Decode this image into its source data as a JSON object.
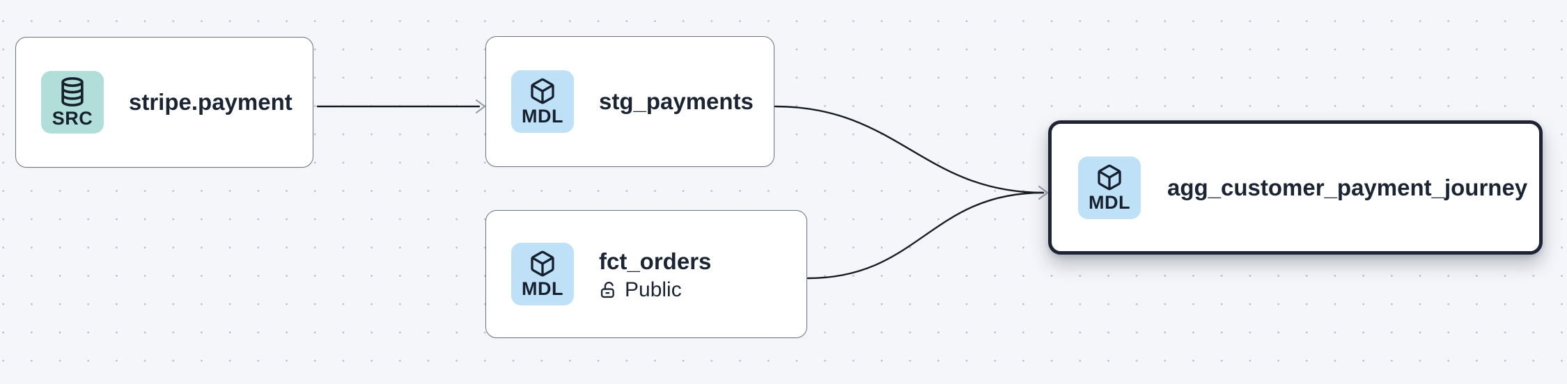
{
  "app": {
    "view_name": "lineage-graph-canvas"
  },
  "canvas": {
    "background_color": "#f5f6fa",
    "dot_color": "#b9bfc9"
  },
  "edge_style": {
    "line_color": "#171b23",
    "arrowhead_color": "#99a0ab"
  },
  "node_style": {
    "background_color": "#ffffff",
    "border_color": "#6b7380",
    "selected_border_color": "#1e2433",
    "title_color": "#1b2433",
    "source_badge_color": "#b2ded9",
    "model_badge_color": "#bee1f8"
  },
  "nodes": [
    {
      "id": "stripe.payment",
      "type": "source",
      "badge_label": "SRC",
      "badge_icon": "database-icon",
      "title": "stripe.payment",
      "selected": false
    },
    {
      "id": "stg_payments",
      "type": "model",
      "badge_label": "MDL",
      "badge_icon": "cube-icon",
      "title": "stg_payments",
      "selected": false
    },
    {
      "id": "fct_orders",
      "type": "model",
      "badge_label": "MDL",
      "badge_icon": "cube-icon",
      "title": "fct_orders",
      "access_icon": "lock-open-icon",
      "access_label": "Public",
      "selected": false
    },
    {
      "id": "agg_customer_payment_journey",
      "type": "model",
      "badge_label": "MDL",
      "badge_icon": "cube-icon",
      "title": "agg_customer_payment_journey",
      "selected": true
    }
  ],
  "edges": [
    {
      "from": "stripe.payment",
      "to": "stg_payments"
    },
    {
      "from": "stg_payments",
      "to": "agg_customer_payment_journey"
    },
    {
      "from": "fct_orders",
      "to": "agg_customer_payment_journey"
    }
  ]
}
